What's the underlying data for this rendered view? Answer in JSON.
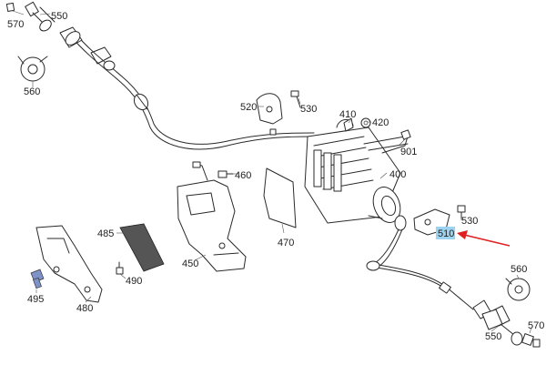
{
  "labels": {
    "p570a": "570",
    "p550a": "550",
    "p560a": "560",
    "p520": "520",
    "p530a": "530",
    "p410": "410",
    "p420": "420",
    "p901": "901",
    "p400": "400",
    "p460": "460",
    "p470": "470",
    "p450": "450",
    "p485": "485",
    "p490": "490",
    "p495": "495",
    "p480": "480",
    "p530b": "530",
    "p510": "510",
    "p560b": "560",
    "p570b": "570",
    "p550b": "550"
  },
  "colors": {
    "highlight": "#9cd3f0",
    "arrow": "#e02020",
    "line": "#2a2a2a",
    "blue_part": "#7f93c9",
    "dark_pad": "#555555"
  }
}
